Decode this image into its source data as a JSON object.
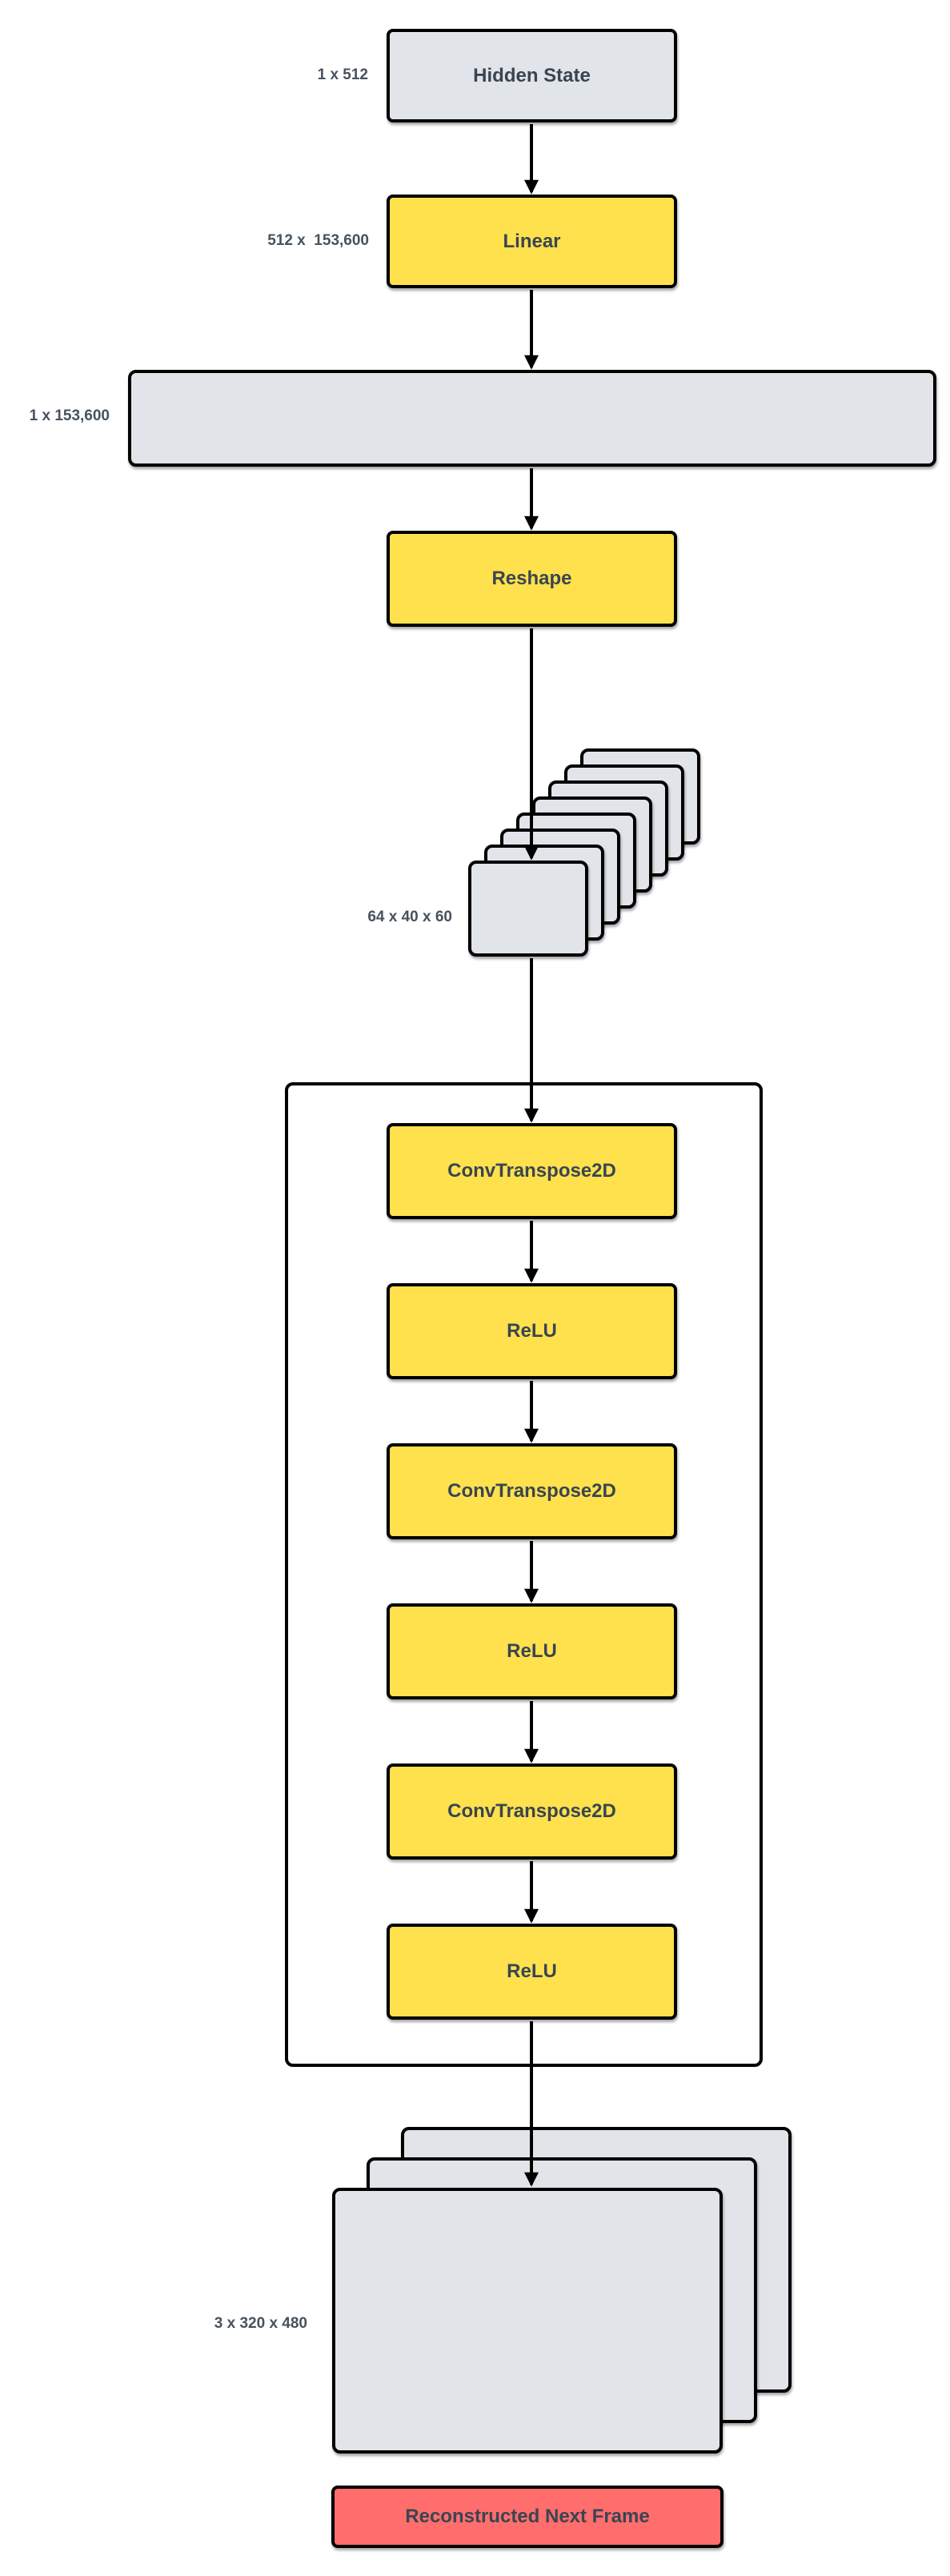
{
  "colors": {
    "node_yellow": "#FFE14D",
    "node_gray": "#E1E5E9",
    "node_red": "#FF6D6D",
    "border": "#000000",
    "label_text": "#3A4551",
    "dim_text": "#47525F",
    "background": "#FFFFFF"
  },
  "nodes": {
    "hidden_state": {
      "label": "Hidden State",
      "dim": "1 x 512"
    },
    "linear": {
      "label": "Linear",
      "dim": "512 x  153,600"
    },
    "flat_vector": {
      "dim": "1 x 153,600"
    },
    "reshape": {
      "label": "Reshape"
    },
    "feature_maps": {
      "dim": "64 x 40 x 60",
      "layer_count": 8
    },
    "decoder": {
      "layers": [
        "ConvTranspose2D",
        "ReLU",
        "ConvTranspose2D",
        "ReLU",
        "ConvTranspose2D",
        "ReLU"
      ]
    },
    "output_frames": {
      "dim": "3 x 320 x 480",
      "layer_count": 3
    },
    "reconstructed": {
      "label": "Reconstructed Next Frame"
    }
  }
}
